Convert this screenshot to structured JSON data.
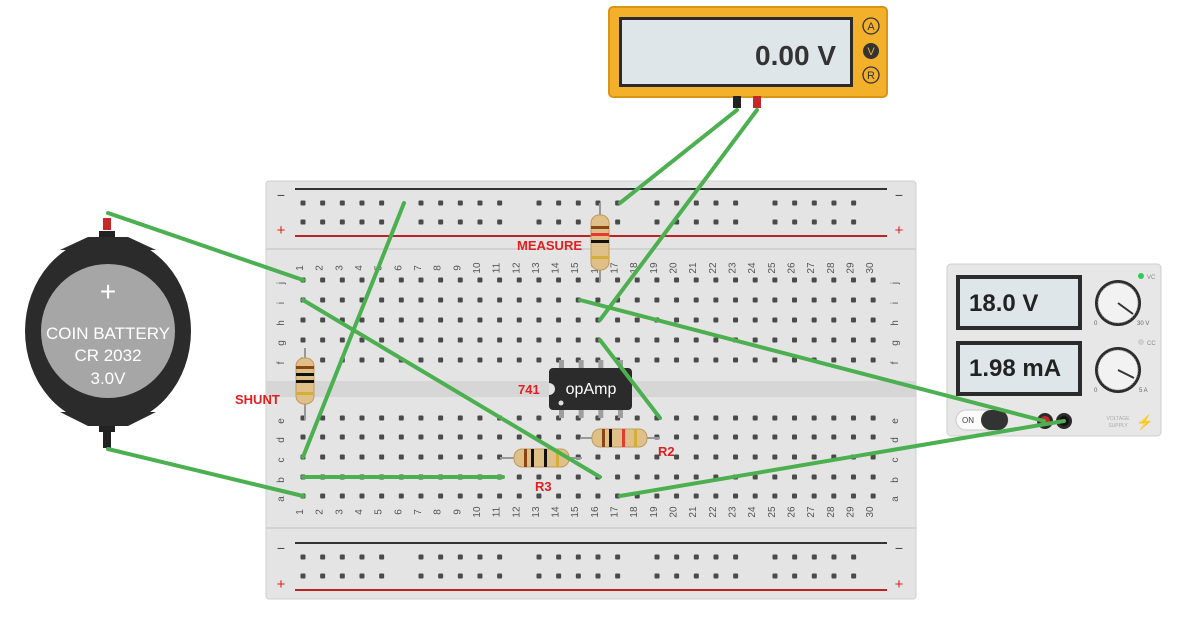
{
  "multimeter": {
    "reading": "0.00 V",
    "modes": [
      "A",
      "V",
      "R"
    ],
    "active_mode": "V"
  },
  "battery": {
    "symbol": "+",
    "line1": "COIN BATTERY",
    "line2": "CR 2032",
    "line3": "3.0V"
  },
  "power_supply": {
    "voltage": "18.0 V",
    "current": "1.98 mA",
    "vc_label": "VC",
    "cc_label": "CC",
    "knob1_min": "0",
    "knob1_max": "30 V",
    "knob2_min": "0",
    "knob2_max": "5 A",
    "switch_label": "ON",
    "brand_line1": "VOLTAGE",
    "brand_line2": "SUPPLY"
  },
  "breadboard": {
    "rail_minus": "−",
    "rail_plus": "+",
    "column_numbers": [
      "1",
      "2",
      "3",
      "4",
      "5",
      "6",
      "7",
      "8",
      "9",
      "10",
      "11",
      "12",
      "13",
      "14",
      "15",
      "16",
      "17",
      "18",
      "19",
      "20",
      "21",
      "22",
      "23",
      "24",
      "25",
      "26",
      "27",
      "28",
      "29",
      "30"
    ],
    "rows_top": [
      "j",
      "i",
      "h",
      "g",
      "f"
    ],
    "rows_bottom": [
      "e",
      "d",
      "c",
      "b",
      "a"
    ]
  },
  "components": {
    "opamp_label": "opAmp",
    "opamp_part": "741",
    "shunt_label": "SHUNT",
    "measure_label": "MEASURE",
    "r2_label": "R2",
    "r3_label": "R3"
  },
  "colors": {
    "wire": "#4caf50",
    "multimeter_body": "#f3b02a",
    "label_red": "#e02020",
    "breadboard": "#e4e4e4"
  }
}
